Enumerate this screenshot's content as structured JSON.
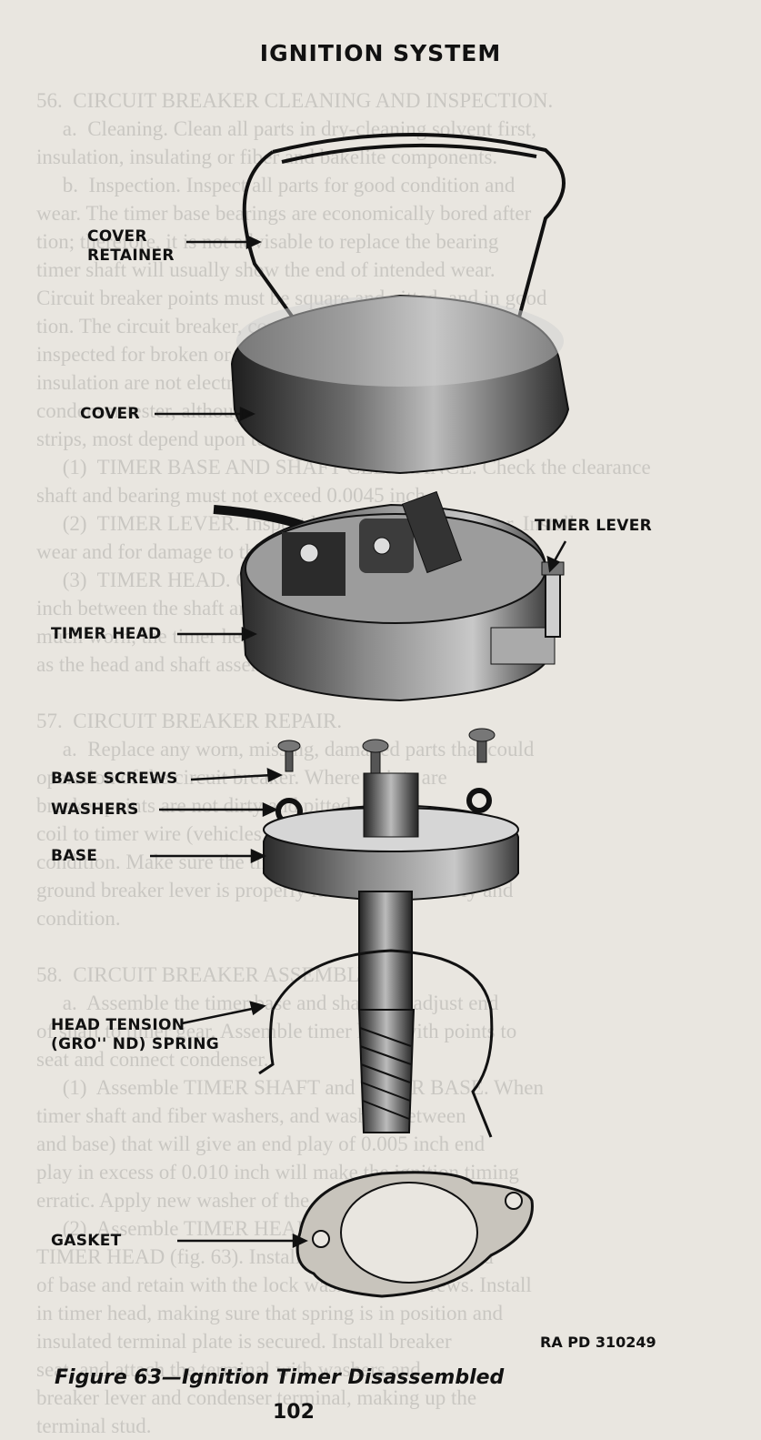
{
  "header": {
    "title": "IGNITION SYSTEM"
  },
  "labels": {
    "cover_retainer_line1": "COVER",
    "cover_retainer_line2": "RETAINER",
    "cover": "COVER",
    "timer_lever": "TIMER LEVER",
    "timer_head": "TIMER HEAD",
    "base_screws": "BASE SCREWS",
    "washers": "WASHERS",
    "base": "BASE",
    "head_tension_line1": "HEAD TENSION",
    "head_tension_line2": "(GRO'' ND) SPRING",
    "gasket": "GASKET"
  },
  "figure": {
    "reference": "RA PD 310249",
    "caption": "Figure 63—Ignition Timer Disassembled",
    "page_number": "102"
  }
}
